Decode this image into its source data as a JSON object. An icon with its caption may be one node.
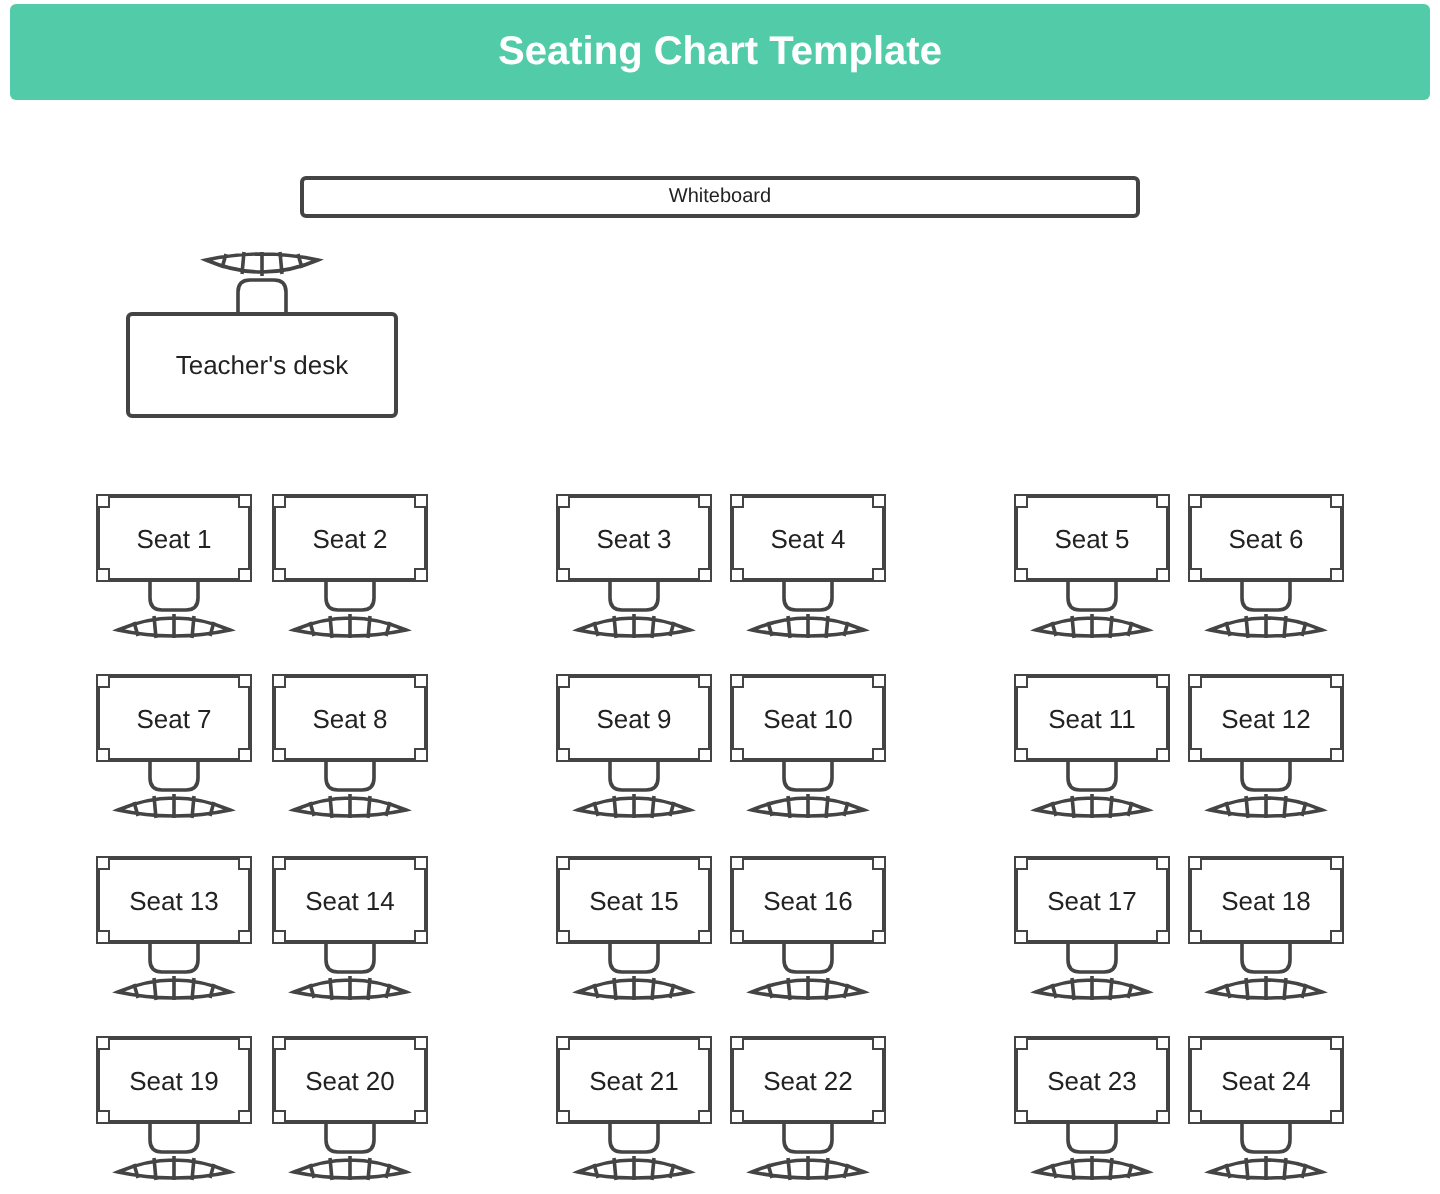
{
  "diagram": {
    "title": "Seating Chart Template",
    "nodes": [
      {
        "text": [
          "Whiteboard"
        ]
      },
      {
        "text": [
          "Teacher's desk"
        ]
      },
      {
        "text": [
          "Seat 1"
        ]
      },
      {
        "text": [
          "Seat 2"
        ]
      },
      {
        "text": [
          "Seat 3"
        ]
      },
      {
        "text": [
          "Seat 4"
        ]
      },
      {
        "text": [
          "Seat 5"
        ]
      },
      {
        "text": [
          "Seat 6"
        ]
      },
      {
        "text": [
          "Seat 7"
        ]
      },
      {
        "text": [
          "Seat 8"
        ]
      },
      {
        "text": [
          "Seat 9"
        ]
      },
      {
        "text": [
          "Seat 10"
        ]
      },
      {
        "text": [
          "Seat 11"
        ]
      },
      {
        "text": [
          "Seat 12"
        ]
      },
      {
        "text": [
          "Seat 13"
        ]
      },
      {
        "text": [
          "Seat 14"
        ]
      },
      {
        "text": [
          "Seat 15"
        ]
      },
      {
        "text": [
          "Seat 16"
        ]
      },
      {
        "text": [
          "Seat 17"
        ]
      },
      {
        "text": [
          "Seat 18"
        ]
      },
      {
        "text": [
          "Seat 19"
        ]
      },
      {
        "text": [
          "Seat 20"
        ]
      },
      {
        "text": [
          "Seat 21"
        ]
      },
      {
        "text": [
          "Seat 22"
        ]
      },
      {
        "text": [
          "Seat 23"
        ]
      },
      {
        "text": [
          "Seat 24"
        ]
      }
    ],
    "edges": []
  }
}
